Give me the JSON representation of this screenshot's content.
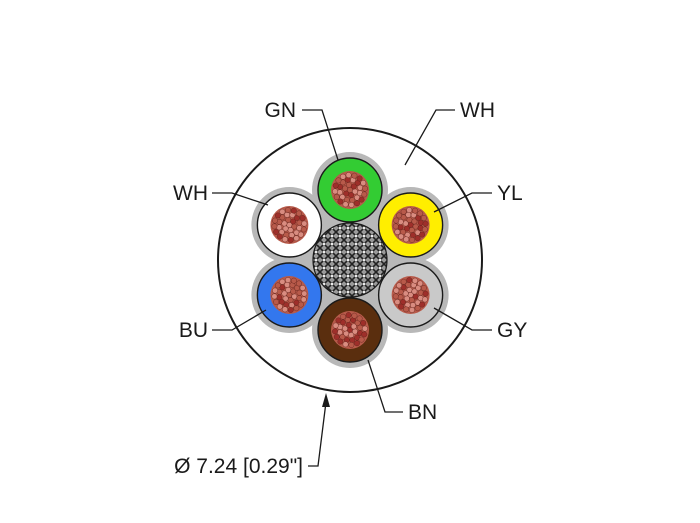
{
  "labels": {
    "gn": "GN",
    "wh_outer": "WH",
    "wh_left": "WH",
    "yl": "YL",
    "bu": "BU",
    "gy": "GY",
    "bn": "BN",
    "diameter": "Ø 7.24 [0.29\"]"
  },
  "colors": {
    "jacket": "#ffffff",
    "filler": "#b8b8b8",
    "green": "#33cc33",
    "yellow": "#ffee00",
    "white": "#ffffff",
    "blue": "#3377ee",
    "gray": "#c9c9c9",
    "brown": "#5a2e0e",
    "copper": "#d98c80",
    "copper_dark": "#b85a4a",
    "shield": "#444444"
  },
  "conductors": [
    {
      "id": "green",
      "name": "green-conductor"
    },
    {
      "id": "yellow",
      "name": "yellow-conductor"
    },
    {
      "id": "gray",
      "name": "gray-conductor"
    },
    {
      "id": "brown",
      "name": "brown-conductor"
    },
    {
      "id": "blue",
      "name": "blue-conductor"
    },
    {
      "id": "white",
      "name": "white-conductor"
    }
  ]
}
